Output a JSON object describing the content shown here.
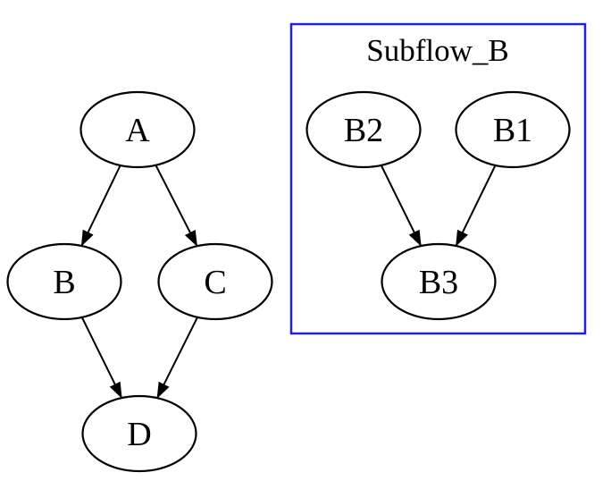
{
  "diagram": {
    "type": "directed-graph",
    "background_color": "#ffffff",
    "nodes": [
      {
        "id": "A",
        "label": "A",
        "shape": "ellipse"
      },
      {
        "id": "B",
        "label": "B",
        "shape": "ellipse"
      },
      {
        "id": "C",
        "label": "C",
        "shape": "ellipse"
      },
      {
        "id": "D",
        "label": "D",
        "shape": "ellipse"
      },
      {
        "id": "B2",
        "label": "B2",
        "shape": "ellipse"
      },
      {
        "id": "B1",
        "label": "B1",
        "shape": "ellipse"
      },
      {
        "id": "B3",
        "label": "B3",
        "shape": "ellipse"
      }
    ],
    "edges": [
      {
        "from": "A",
        "to": "B",
        "arrow": "filled-triangle"
      },
      {
        "from": "A",
        "to": "C",
        "arrow": "filled-triangle"
      },
      {
        "from": "B",
        "to": "D",
        "arrow": "filled-triangle"
      },
      {
        "from": "C",
        "to": "D",
        "arrow": "filled-triangle"
      },
      {
        "from": "B2",
        "to": "B3",
        "arrow": "filled-triangle"
      },
      {
        "from": "B1",
        "to": "B3",
        "arrow": "filled-triangle"
      }
    ],
    "cluster": {
      "label": "Subflow_B",
      "members": [
        "B2",
        "B1",
        "B3"
      ],
      "border_color": "#2222dd",
      "fill": "#ffffff"
    },
    "colors": {
      "node_fill": "#ffffff",
      "node_stroke": "#000000",
      "edge_stroke": "#000000",
      "text": "#000000"
    }
  }
}
